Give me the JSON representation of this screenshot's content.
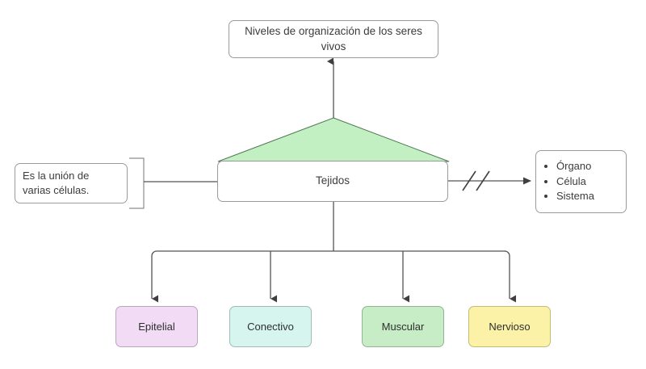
{
  "diagram": {
    "title": "Niveles de organización de los seres vivos",
    "accent_green": "#C2F0C2",
    "line_color": "#555555",
    "nodes": {
      "top": {
        "label": "Niveles de organización de los seres vivos"
      },
      "center": {
        "label": "Tejidos"
      },
      "note": {
        "label": "Es la unión de varias células."
      },
      "list": {
        "items": [
          "Órgano",
          "Célula",
          "Sistema"
        ]
      }
    },
    "leaves": [
      {
        "label": "Epitelial",
        "color": "#F2DBF5"
      },
      {
        "label": "Conectivo",
        "color": "#D6F5EE"
      },
      {
        "label": "Muscular",
        "color": "#C6EDC6"
      },
      {
        "label": "Nervioso",
        "color": "#FBF2A8"
      }
    ],
    "icons": {
      "arrow_up": "arrow-up-icon",
      "arrow_right": "arrow-right-icon",
      "break": "line-break-slash-icon",
      "bracket": "bracket-icon",
      "pennant": "green-triangle-icon"
    }
  }
}
